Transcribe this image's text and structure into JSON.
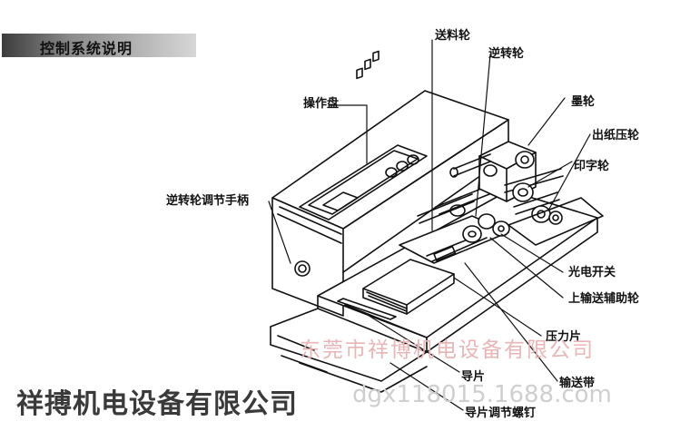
{
  "section_title": "控制系统说明",
  "labels": {
    "feed_wheel": "送料轮",
    "reverse_wheel": "逆转轮",
    "control_panel": "操作盘",
    "ink_wheel": "墨轮",
    "paper_press_wheel": "出纸压轮",
    "print_wheel": "印字轮",
    "reverse_handle": "逆转轮调节手柄",
    "photo_switch": "光电开关",
    "upper_aux_wheel": "上输送辅助轮",
    "pressure_plate": "压力片",
    "conveyor_belt": "输送带",
    "guide_plate": "导片",
    "guide_screw": "导片调节螺钉"
  },
  "watermark": {
    "red_text": "东莞市祥博机电设备有限公司",
    "url_text": "dgx118015.1688.com"
  },
  "company_name": "祥搏机电设备有限公司",
  "colors": {
    "line": "#111111",
    "title_bar_dark": "#3c3c3c",
    "title_bar_light": "#d7d7d7"
  }
}
